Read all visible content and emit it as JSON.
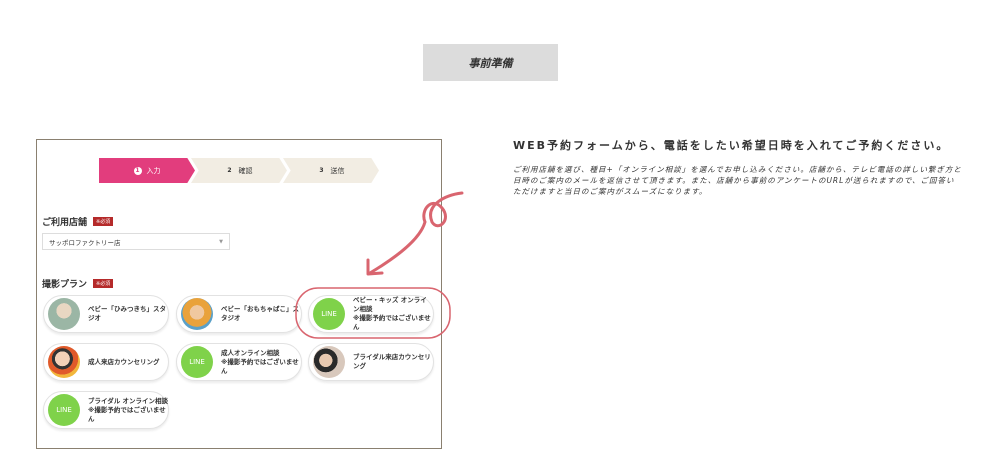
{
  "header": {
    "title": "事前準備"
  },
  "form": {
    "steps": [
      {
        "num": "1",
        "label": "入力"
      },
      {
        "num": "2",
        "label": "確認"
      },
      {
        "num": "3",
        "label": "送信"
      }
    ],
    "store": {
      "label": "ご利用店舗",
      "required": "※必須",
      "value": "サッポロファクトリー店",
      "chevron": "▼"
    },
    "plan": {
      "label": "撮影プラン",
      "required": "※必須",
      "cards": [
        {
          "icon": "photo",
          "text": "ベビー「ひみつきち」スタジオ"
        },
        {
          "icon": "photo",
          "text": "ベビー「おもちゃばこ」スタジオ"
        },
        {
          "icon": "LINE",
          "text": "ベビー・キッズ オンライン相談\n※撮影予約ではございません"
        },
        {
          "icon": "photo",
          "text": "成人来店カウンセリング"
        },
        {
          "icon": "LINE",
          "text": "成人オンライン相談\n※撮影予約ではございません"
        },
        {
          "icon": "photo",
          "text": "ブライダル来店カウンセリング"
        },
        {
          "icon": "LINE",
          "text": "ブライダル オンライン相談\n※撮影予約ではございません"
        }
      ]
    }
  },
  "instructions": {
    "title": "WEB予約フォームから、電話をしたい希望日時を入れてご予約ください。",
    "body": "ご利用店舗を選び、種目+「オンライン相談」を選んでお申し込みください。店舗から、テレビ電話の詳しい繋ぎ方と日時のご案内のメールを返信させて頂きます。また、店舗から事前のアンケートのURLが送られますので、ご回答いただけますと当日のご案内がスムーズになります。"
  },
  "colors": {
    "accent": "#e23d7d",
    "line": "#7fd24a",
    "required": "#b52a2a",
    "annotation": "#d9656f"
  }
}
